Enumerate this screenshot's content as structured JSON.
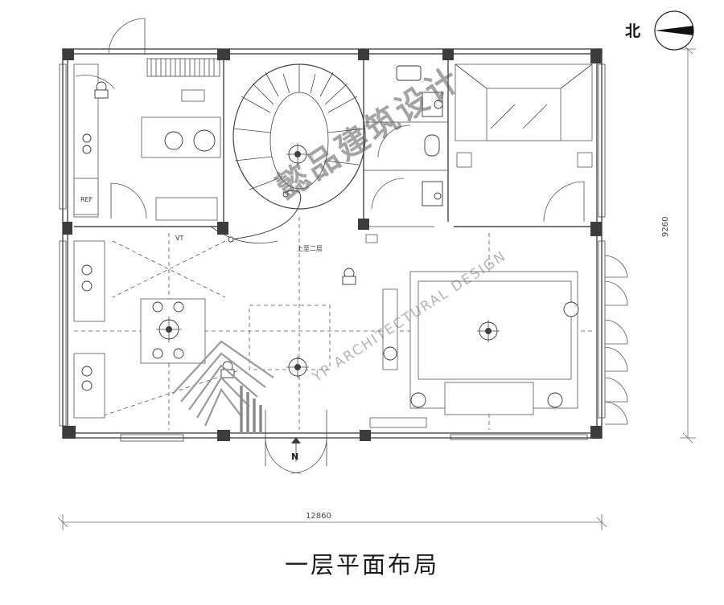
{
  "drawing": {
    "title": "一层平面布局",
    "north_label": "北",
    "width_dimension": "12860",
    "depth_dimension": "9260",
    "stair_note": "上至二层",
    "vt_label": "VT",
    "fridge_label": "REF",
    "entry_mark": "N"
  },
  "watermark": {
    "brand_cn": "懿品建筑设计",
    "brand_en": "YP ARCHITECTURAL DESIGN"
  },
  "icons": [
    "north-arrow-icon",
    "spiral-stair-icon",
    "chandelier-icon",
    "person-figure-icon",
    "watermark-logo-icon"
  ],
  "colors": {
    "line": "#2a2a2a",
    "column": "#3c3c3c",
    "watermark": "#8a8a8a"
  }
}
